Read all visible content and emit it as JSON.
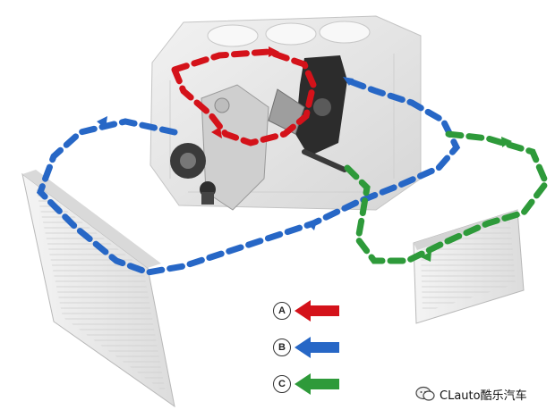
{
  "colors": {
    "circuit_a": "#d4121a",
    "circuit_b": "#2767c6",
    "circuit_c": "#2e9a3a",
    "engine_block": "#e6e6e6",
    "radiator": "#ececec"
  },
  "legend": [
    {
      "label": "A",
      "color": "#d4121a"
    },
    {
      "label": "B",
      "color": "#2767c6"
    },
    {
      "label": "C",
      "color": "#2e9a3a"
    }
  ],
  "watermark": {
    "text": "CLauto酷乐汽车",
    "icon": "wechat-icon"
  }
}
